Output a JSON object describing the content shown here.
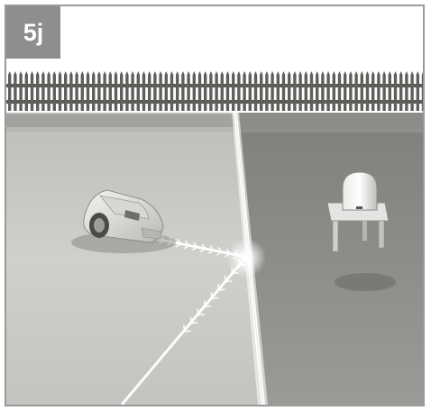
{
  "step_label": "5j",
  "illustration": {
    "items": [
      "fence",
      "boundary-wire",
      "robotic-mower",
      "charging-station",
      "signal-beam"
    ]
  },
  "colors": {
    "badge": "#8e8e8e",
    "frame": "#9a9a9a",
    "lawn_left": "#c9cac6",
    "lawn_right": "#8f908c",
    "sky": "#ffffff"
  }
}
